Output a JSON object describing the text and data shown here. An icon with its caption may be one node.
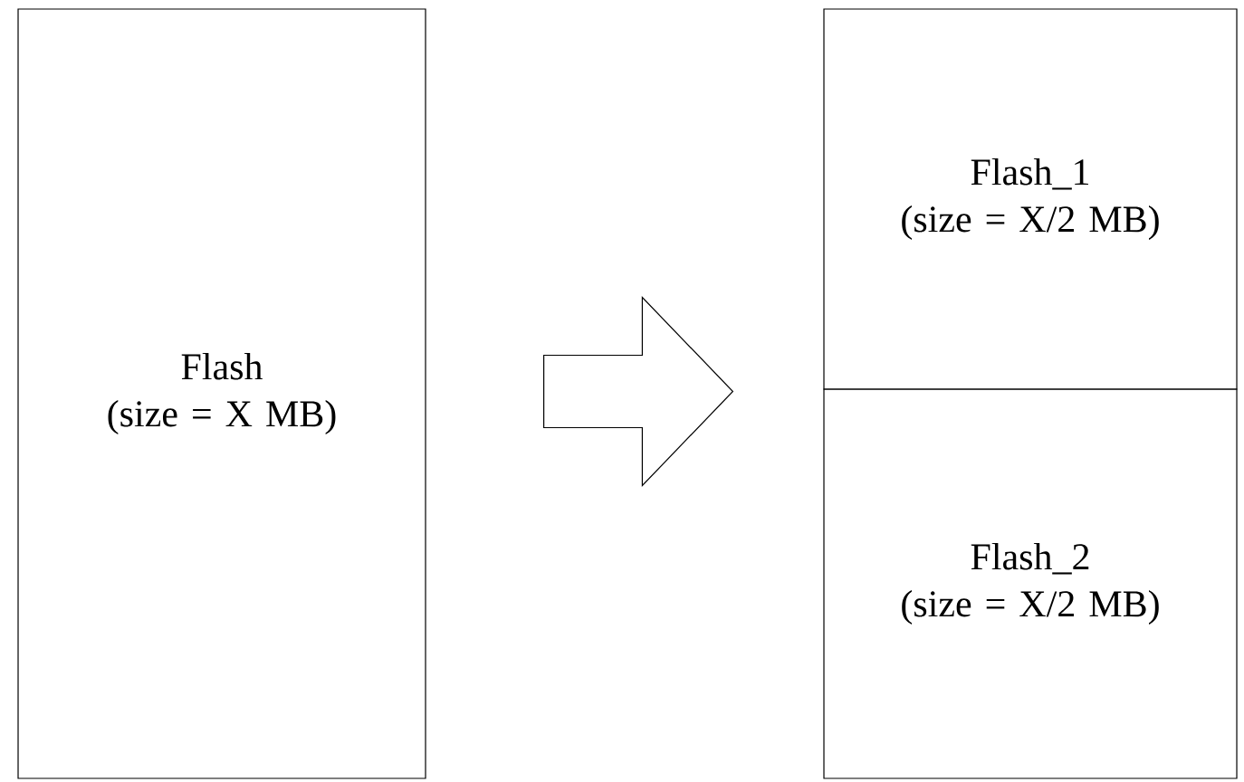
{
  "diagram": {
    "nodes": [
      {
        "text": [
          "Flash",
          "(size = X MB)"
        ]
      },
      {
        "text": [
          "Flash_1",
          "(size = X/2 MB)"
        ]
      },
      {
        "text": [
          "Flash_2",
          "(size = X/2 MB)"
        ]
      }
    ],
    "edges": [
      {
        "from": 0,
        "to": 1,
        "arrow": "to"
      },
      {
        "from": 0,
        "to": 2,
        "arrow": "to"
      }
    ]
  }
}
